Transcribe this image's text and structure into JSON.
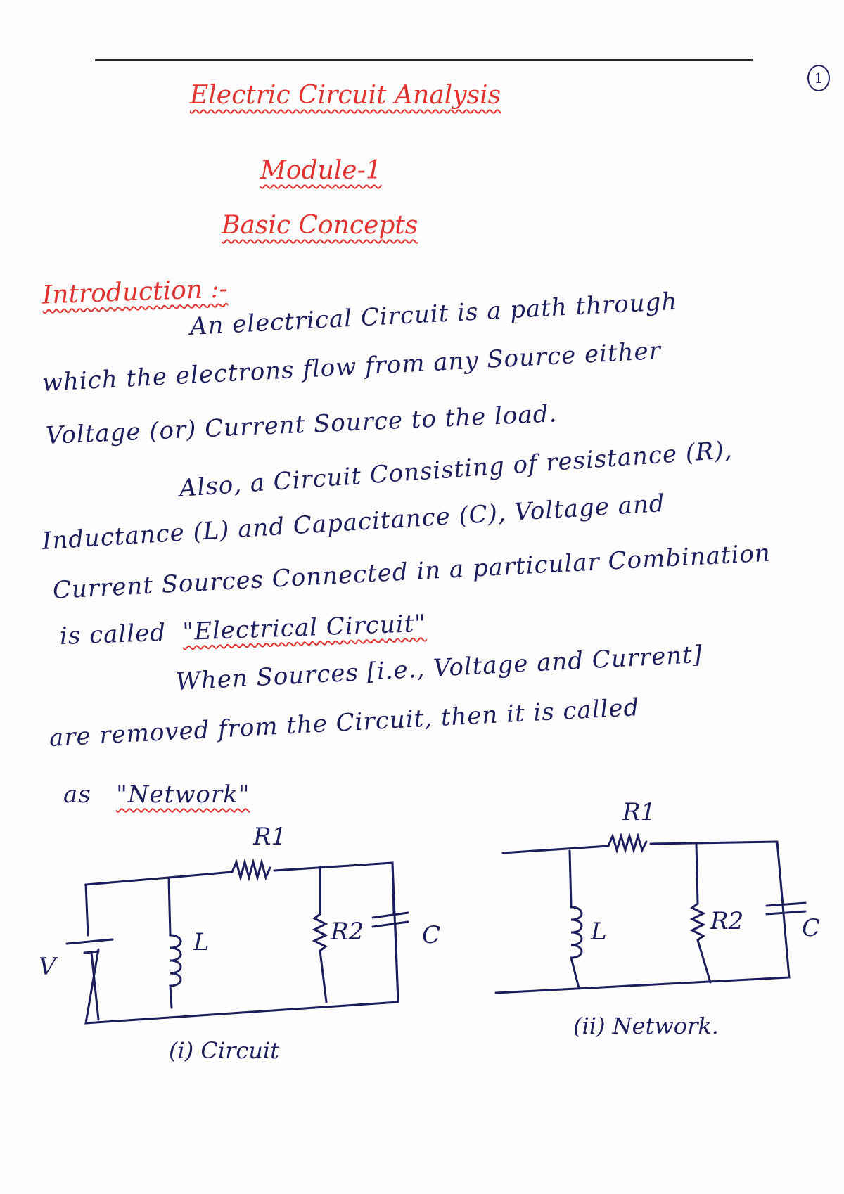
{
  "page_number": "1",
  "header": {
    "title": "Electric Circuit Analysis",
    "module": "Module-1",
    "topic": "Basic Concepts"
  },
  "section_heading": "Introduction :-",
  "body_lines": [
    "An electrical Circuit is a path through",
    "which the electrons flow from any Source either",
    "Voltage (or) Current Source to the load.",
    "Also, a Circuit Consisting of resistance (R),",
    "Inductance (L) and Capacitance (C), Voltage and",
    "Current Sources Connected in a particular Combination",
    "is called",
    "\"Electrical Circuit\"",
    "When Sources [i.e., Voltage and Current]",
    "are removed from the Circuit, then it is called",
    "as",
    "\"Network\""
  ],
  "diagrams": {
    "circuit": {
      "caption": "(i) Circuit",
      "labels": {
        "r1": "R1",
        "r2": "R2",
        "l": "L",
        "c": "C",
        "v": "V"
      }
    },
    "network": {
      "caption": "(ii) Network.",
      "labels": {
        "r1": "R1",
        "r2": "R2",
        "l": "L",
        "c": "C"
      }
    }
  }
}
